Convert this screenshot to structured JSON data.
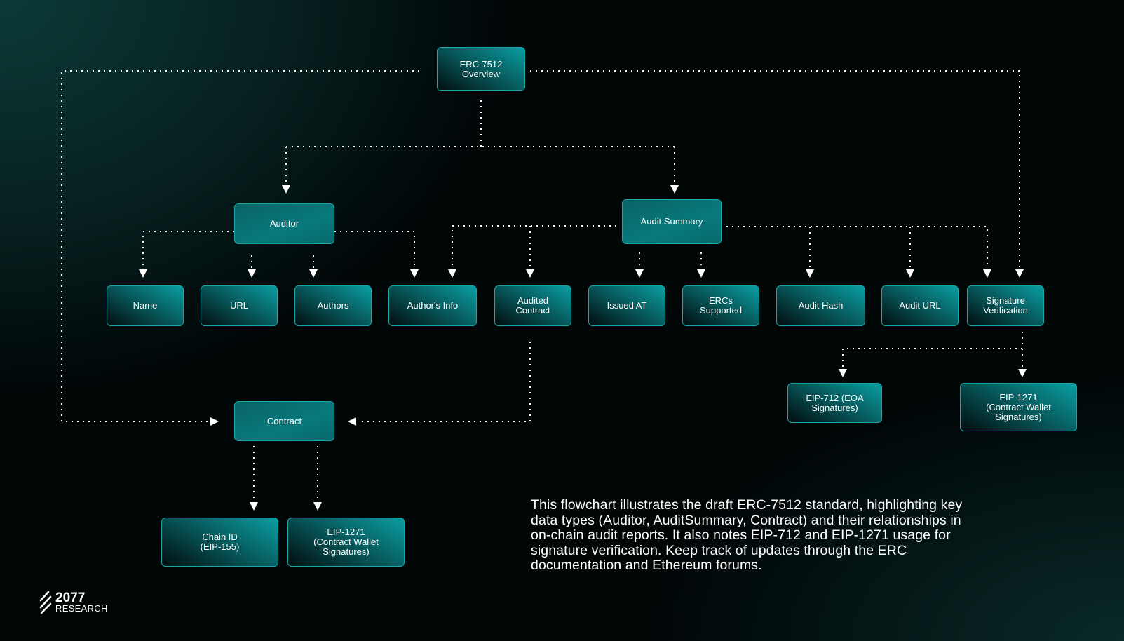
{
  "nodes": {
    "overview": "ERC-7512\nOverview",
    "auditor": "Auditor",
    "audit_summary": "Audit Summary",
    "name": "Name",
    "url": "URL",
    "authors": "Authors",
    "authors_info": "Author's Info",
    "audited_contract": "Audited\nContract",
    "issued_at": "Issued AT",
    "ercs_supported": "ERCs\nSupported",
    "audit_hash": "Audit Hash",
    "audit_url": "Audit URL",
    "signature_verification": "Signature\nVerification",
    "eip712": "EIP-712 (EOA\nSignatures)",
    "eip1271_sig": "EIP-1271\n(Contract Wallet\nSignatures)",
    "contract": "Contract",
    "chain_id": "Chain ID\n(EIP-155)",
    "eip1271_contract": "EIP-1271\n(Contract Wallet\nSignatures)"
  },
  "description_lines": [
    "This flowchart illustrates the draft ERC-7512 standard, highlighting key",
    "data types (Auditor, AuditSummary, Contract) and their relationships in",
    "on-chain audit reports. It also notes EIP-712 and EIP-1271 usage for",
    "signature verification. Keep track of updates through the ERC",
    "documentation and Ethereum forums."
  ],
  "logo": {
    "number": "2077",
    "text": "RESEARCH"
  },
  "colors": {
    "accent": "#0a9ea2",
    "node_border": "#1aa7a9",
    "background": "#010607"
  }
}
